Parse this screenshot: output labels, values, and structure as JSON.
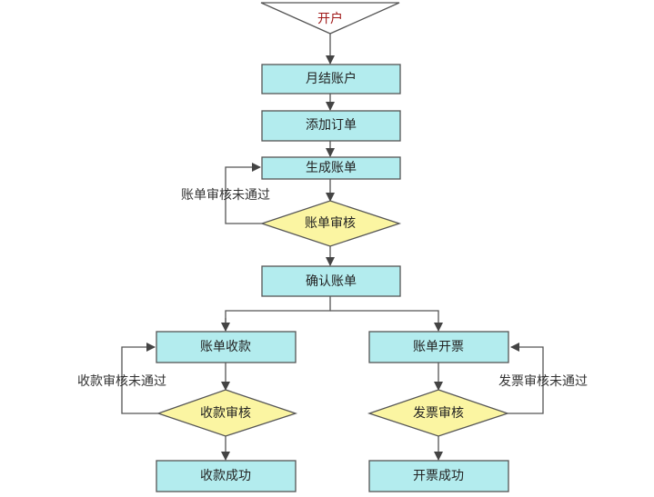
{
  "colors": {
    "process_fill": "#b3ecee",
    "decision_fill": "#fbf5a2",
    "start_fill": "#ffffff",
    "stroke": "#555555",
    "start_text": "#a01818"
  },
  "nodes": {
    "start": "开户",
    "monthly_account": "月结账户",
    "add_order": "添加订单",
    "generate_bill": "生成账单",
    "bill_review": "账单审核",
    "confirm_bill": "确认账单",
    "bill_payment": "账单收款",
    "payment_review": "收款审核",
    "payment_success": "收款成功",
    "bill_invoice": "账单开票",
    "invoice_review": "发票审核",
    "invoice_success": "开票成功"
  },
  "edges": {
    "bill_review_rejected": "账单审核未通过",
    "payment_review_rejected": "收款审核未通过",
    "invoice_review_rejected": "发票审核未通过"
  }
}
